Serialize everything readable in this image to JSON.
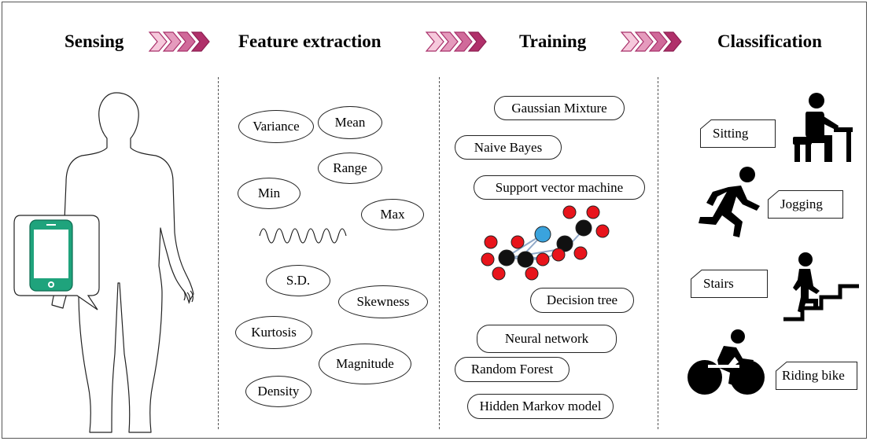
{
  "stages": {
    "sensing": "Sensing",
    "feature_extraction": "Feature extraction",
    "training": "Training",
    "classification": "Classification"
  },
  "features": {
    "variance": "Variance",
    "mean": "Mean",
    "range": "Range",
    "min": "Min",
    "max": "Max",
    "sd": "S.D.",
    "skewness": "Skewness",
    "kurtosis": "Kurtosis",
    "magnitude": "Magnitude",
    "density": "Density"
  },
  "models": {
    "gaussian_mixture": "Gaussian Mixture",
    "naive_bayes": "Naive Bayes",
    "svm": "Support vector machine",
    "decision_tree": "Decision tree",
    "neural_network": "Neural network",
    "random_forest": "Random Forest",
    "hmm": "Hidden Markov model"
  },
  "activities": {
    "sitting": "Sitting",
    "jogging": "Jogging",
    "stairs": "Stairs",
    "riding_bike": "Riding bike"
  },
  "colors": {
    "arrow_light": "#f2bcd4",
    "arrow_dark": "#b0306a",
    "phone_body": "#1fa37c",
    "atom_red": "#e8141b",
    "atom_black": "#111111",
    "atom_blue": "#3aa3dd"
  }
}
